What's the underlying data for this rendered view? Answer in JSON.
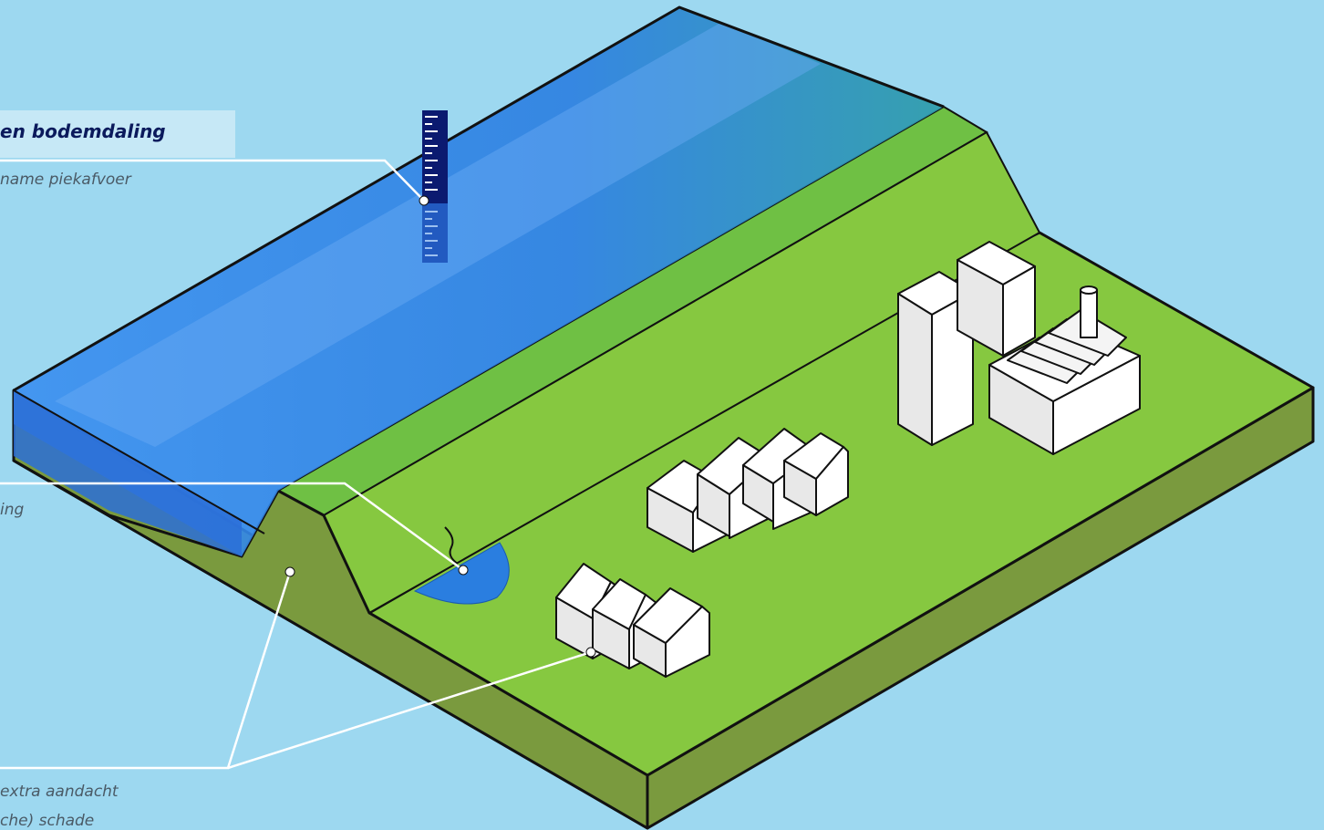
{
  "labels": {
    "heading": "en bodemdaling",
    "line1": "name piekafvoer",
    "line2": "ing",
    "line3": " extra aandacht",
    "line4": "che) schade"
  },
  "colors": {
    "background": "#9dd8f0",
    "water": "#2a7ee0",
    "grass_top": "#86c840",
    "grass_side": "#7a9a3e",
    "outline": "#111111",
    "gauge": "#0b1a70"
  }
}
